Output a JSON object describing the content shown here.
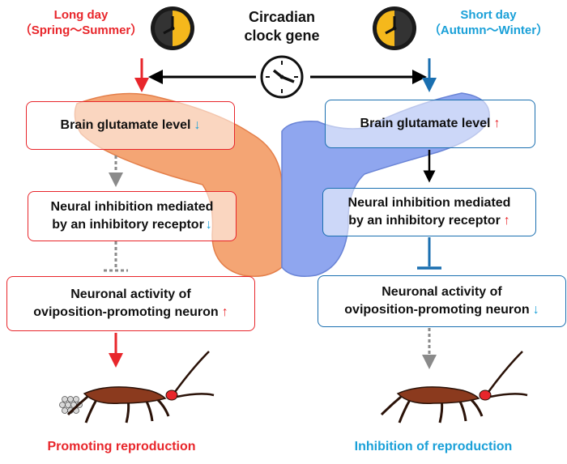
{
  "left_condition": {
    "title": "Long day",
    "season": "（Spring～Summer）"
  },
  "right_condition": {
    "title": "Short day",
    "season": "（Autumn～Winter）"
  },
  "center_label": {
    "line1": "Circadian",
    "line2": "clock gene"
  },
  "left_steps": {
    "glutamate": "Brain glutamate level",
    "glutamate_arrow": "↓",
    "inhibition_line1": "Neural inhibition mediated",
    "inhibition_line2": "by an inhibitory receptor",
    "inhibition_arrow": "↓",
    "activity_line1": "Neuronal activity of",
    "activity_line2": "oviposition-promoting neuron",
    "activity_arrow": "↑"
  },
  "right_steps": {
    "glutamate": "Brain glutamate level",
    "glutamate_arrow": "↑",
    "inhibition_line1": "Neural inhibition mediated",
    "inhibition_line2": "by an inhibitory receptor",
    "inhibition_arrow": "↑",
    "activity_line1": "Neuronal activity of",
    "activity_line2": "oviposition-promoting neuron",
    "activity_arrow": "↓"
  },
  "left_outcome": "Promoting reproduction",
  "right_outcome": "Inhibition of reproduction",
  "colors": {
    "red": "#e8262b",
    "blue": "#1aa0d8",
    "dark_blue": "#1a6fb0",
    "brain_left": "#f4a574",
    "brain_right": "#8fa6ef",
    "clock_yellow": "#f5b81c",
    "bug_body": "#8b3a1e"
  },
  "icons": [
    "season-clock-icon",
    "clock-icon",
    "brain-illustration",
    "insect-icon",
    "egg-cluster-icon"
  ]
}
